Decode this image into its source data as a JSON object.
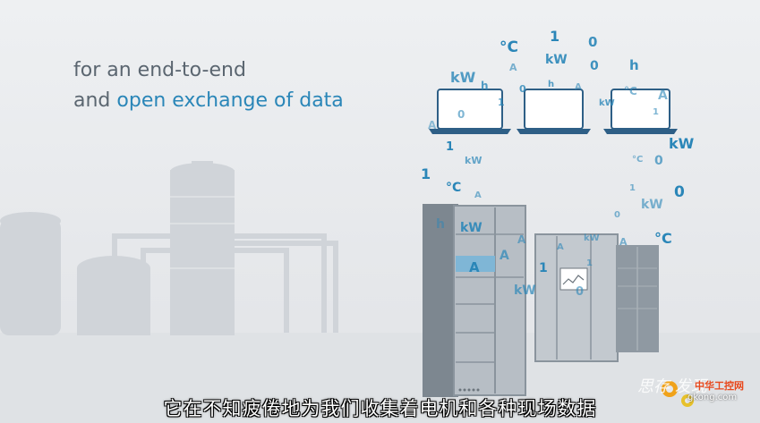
{
  "headline": {
    "line1": "for an end-to-end",
    "line2_prefix": "and",
    "line2_highlight": "open exchange of data"
  },
  "caption": "它在不知疲倦地为我们收集着电机和各种现场数据",
  "watermark": {
    "site_name": "中华工控网",
    "url": "gkong.com",
    "tagline": "思存 发现"
  },
  "data_tokens": [
    {
      "text": "°C"
    },
    {
      "text": "1"
    },
    {
      "text": "0"
    },
    {
      "text": "A"
    },
    {
      "text": "kW"
    },
    {
      "text": "0"
    },
    {
      "text": "h"
    },
    {
      "text": "kW"
    },
    {
      "text": "h"
    },
    {
      "text": "0"
    },
    {
      "text": "h"
    },
    {
      "text": "A"
    },
    {
      "text": "°C"
    },
    {
      "text": "A"
    },
    {
      "text": "1"
    },
    {
      "text": "kW"
    },
    {
      "text": "1"
    },
    {
      "text": "0"
    },
    {
      "text": "A"
    },
    {
      "text": "1"
    },
    {
      "text": "kW"
    },
    {
      "text": "1"
    },
    {
      "text": "°C"
    },
    {
      "text": "A"
    },
    {
      "text": "kW"
    },
    {
      "text": "°C"
    },
    {
      "text": "0"
    },
    {
      "text": "1"
    },
    {
      "text": "0"
    },
    {
      "text": "kW"
    },
    {
      "text": "0"
    },
    {
      "text": "h"
    },
    {
      "text": "kW"
    },
    {
      "text": "A"
    },
    {
      "text": "A"
    },
    {
      "text": "°C"
    },
    {
      "text": "A"
    },
    {
      "text": "A"
    },
    {
      "text": "1"
    },
    {
      "text": "kW"
    },
    {
      "text": "0"
    },
    {
      "text": "1"
    },
    {
      "text": "kW"
    },
    {
      "text": "A"
    }
  ],
  "colors": {
    "accent": "#2a86b8",
    "text_gray": "#5b6670",
    "laptop": "#2e5f86",
    "silhouette": "#d2d6db",
    "cabinet": "#8a949d"
  },
  "icons": [
    "laptop-icon",
    "cabinet-icon",
    "factory-silhouette",
    "gear-icon"
  ]
}
